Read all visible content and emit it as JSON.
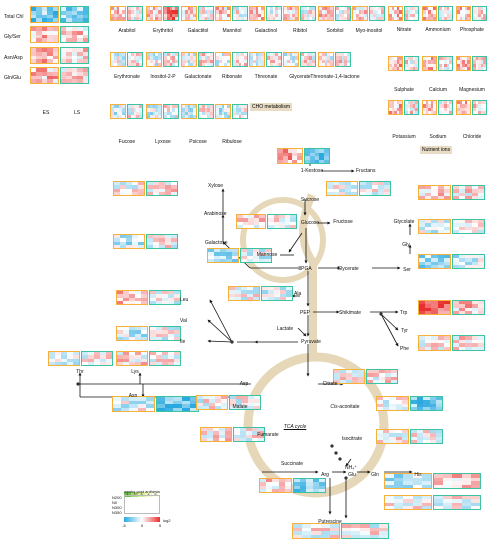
{
  "colors": {
    "early_season": "#f5b13a",
    "late_season": "#3cc4a0",
    "low": "#29a9e0",
    "high": "#e8312f",
    "tca_cycle": "#e6d7b8"
  },
  "left_panel": {
    "rows": [
      "Total Chl",
      "Gly/Ser",
      "Asn/Asp",
      "Gln/Glu"
    ],
    "columns": [
      "ES",
      "LS"
    ]
  },
  "sugar_alcohols_row1": [
    "Arabitol",
    "Erythritol",
    "Galactitol",
    "Mannitol",
    "Galactinol",
    "Ribitol",
    "Sorbitol",
    "Myo-inositol"
  ],
  "sugar_acids_row2": [
    "Erythronate",
    "Inositol-2-P",
    "Galactonate",
    "Ribonate",
    "Threonate",
    "Glycerate",
    "Threonate-1,4-lactone"
  ],
  "cho_tag": "CHO metabolism",
  "sugars_row3": [
    "Fucose",
    "Lyxose",
    "Psicose",
    "Ribulose"
  ],
  "nutrients_row1": [
    "Nitrate",
    "Ammonium",
    "Phosphate"
  ],
  "nutrients_row2": [
    "Sulphate",
    "Calcium",
    "Magnesium"
  ],
  "nutrients_row3": [
    "Potassium",
    "Sodium",
    "Chloride"
  ],
  "nutrient_tag": "Nutrient ions",
  "pathway_labels": {
    "kestose": "1-Kestose",
    "fructans": "Fructans",
    "xylose": "Xylose",
    "arabinose": "Arabinose",
    "galactose": "Galactose",
    "sucrose": "Sucrose",
    "glucose": "Glucose",
    "fructose": "Fructose",
    "mannose": "Mannose",
    "pga": "3PGA",
    "glycerate": "Glycerate",
    "glycolate": "Glycolate",
    "gly": "Gly",
    "ser": "Ser",
    "ala": "Ala",
    "pep": "PEP",
    "shikimate": "Shikimate",
    "trp": "Trp",
    "tyr": "Tyr",
    "phe": "Phe",
    "leu": "Leu",
    "val": "Val",
    "ile": "Ile",
    "lactate": "Lactate",
    "pyruvate": "Pyruvate",
    "thr": "Thr",
    "lys": "Lys",
    "asp": "Asp",
    "asn": "Asn",
    "citrate": "Citrate",
    "malate": "Malate",
    "cis_aconitate_italic": "Cis",
    "cis_aconitate_rest": "-aconitate",
    "tca": "TCA cycle",
    "fumarate": "Fumarate",
    "isocitrate": "Isocitrate",
    "succinate": "Succinate",
    "nh4": "NH₄⁺",
    "arg": "Arg",
    "glu": "Glu",
    "gln": "Gln",
    "his": "His",
    "putrescine": "Putrescine"
  },
  "legend": {
    "weeks_label": "weeks post anthesis",
    "weeks": [
      "1",
      "2",
      "3",
      "4",
      "5"
    ],
    "treatments": [
      "N200",
      "N0",
      "N300",
      "N350"
    ],
    "scale_ticks": [
      "-5",
      "0",
      "5"
    ],
    "scale_unit": "log2"
  }
}
